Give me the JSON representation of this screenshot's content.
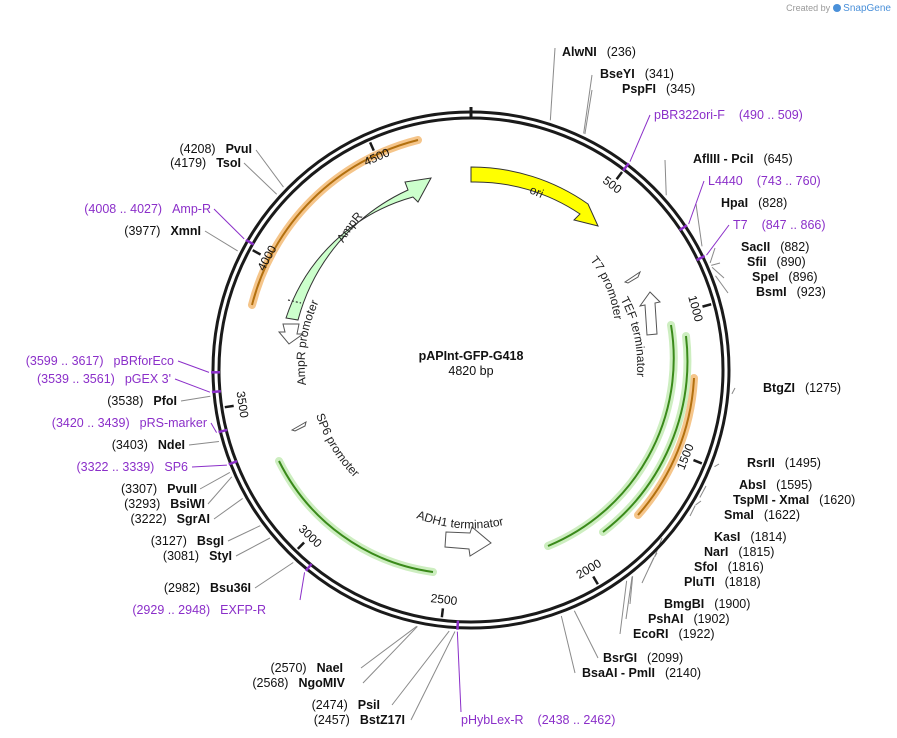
{
  "credit": {
    "prefix": "Created by",
    "brand": "SnapGene"
  },
  "plasmid": {
    "name": "pAPInt-GFP-G418",
    "length_label": "4820 bp",
    "length": 4820
  },
  "ticks": [
    {
      "bp": 500,
      "label": "500"
    },
    {
      "bp": 1000,
      "label": "1000"
    },
    {
      "bp": 1500,
      "label": "1500"
    },
    {
      "bp": 2000,
      "label": "2000"
    },
    {
      "bp": 2500,
      "label": "2500"
    },
    {
      "bp": 3000,
      "label": "3000"
    },
    {
      "bp": 3500,
      "label": "3500"
    },
    {
      "bp": 4000,
      "label": "4000"
    },
    {
      "bp": 4500,
      "label": "4500"
    }
  ],
  "sites": [
    {
      "name": "AlwNI",
      "pos": "(236)",
      "bp": 236
    },
    {
      "name": "BseYI",
      "pos": "(341)",
      "bp": 341
    },
    {
      "name": "PspFI",
      "pos": "(345)",
      "bp": 345
    },
    {
      "name": "AflIII - PciI",
      "pos": "(645)",
      "bp": 645
    },
    {
      "name": "HpaI",
      "pos": "(828)",
      "bp": 828
    },
    {
      "name": "SacII",
      "pos": "(882)",
      "bp": 882
    },
    {
      "name": "SfiI",
      "pos": "(890)",
      "bp": 890
    },
    {
      "name": "SpeI",
      "pos": "(896)",
      "bp": 896
    },
    {
      "name": "BsmI",
      "pos": "(923)",
      "bp": 923
    },
    {
      "name": "BtgZI",
      "pos": "(1275)",
      "bp": 1275
    },
    {
      "name": "RsrII",
      "pos": "(1495)",
      "bp": 1495
    },
    {
      "name": "AbsI",
      "pos": "(1595)",
      "bp": 1595
    },
    {
      "name": "TspMI - XmaI",
      "pos": "(1620)",
      "bp": 1620
    },
    {
      "name": "SmaI",
      "pos": "(1622)",
      "bp": 1622
    },
    {
      "name": "KasI",
      "pos": "(1814)",
      "bp": 1814
    },
    {
      "name": "NarI",
      "pos": "(1815)",
      "bp": 1815
    },
    {
      "name": "SfoI",
      "pos": "(1816)",
      "bp": 1816
    },
    {
      "name": "PluTI",
      "pos": "(1818)",
      "bp": 1818
    },
    {
      "name": "BmgBI",
      "pos": "(1900)",
      "bp": 1900
    },
    {
      "name": "PshAI",
      "pos": "(1902)",
      "bp": 1902
    },
    {
      "name": "EcoRI",
      "pos": "(1922)",
      "bp": 1922
    },
    {
      "name": "BsrGI",
      "pos": "(2099)",
      "bp": 2099
    },
    {
      "name": "BsaAI - PmlI",
      "pos": "(2140)",
      "bp": 2140
    },
    {
      "name": "NaeI",
      "pos": "(2570)",
      "bp": 2570
    },
    {
      "name": "NgoMIV",
      "pos": "(2568)",
      "bp": 2568
    },
    {
      "name": "PsiI",
      "pos": "(2474)",
      "bp": 2474
    },
    {
      "name": "BstZ17I",
      "pos": "(2457)",
      "bp": 2457
    },
    {
      "name": "Bsu36I",
      "pos": "(2982)",
      "bp": 2982
    },
    {
      "name": "StyI",
      "pos": "(3081)",
      "bp": 3081
    },
    {
      "name": "BsgI",
      "pos": "(3127)",
      "bp": 3127
    },
    {
      "name": "SgrAI",
      "pos": "(3222)",
      "bp": 3222
    },
    {
      "name": "BsiWI",
      "pos": "(3293)",
      "bp": 3293
    },
    {
      "name": "PvuII",
      "pos": "(3307)",
      "bp": 3307
    },
    {
      "name": "NdeI",
      "pos": "(3403)",
      "bp": 3403
    },
    {
      "name": "PfoI",
      "pos": "(3538)",
      "bp": 3538
    },
    {
      "name": "XmnI",
      "pos": "(3977)",
      "bp": 3977
    },
    {
      "name": "TsoI",
      "pos": "(4179)",
      "bp": 4179
    },
    {
      "name": "PvuI",
      "pos": "(4208)",
      "bp": 4208
    }
  ],
  "primers": [
    {
      "name": "pBR322ori-F",
      "range": "(490 .. 509)",
      "bp": 500
    },
    {
      "name": "L4440",
      "range": "(743 .. 760)",
      "bp": 752
    },
    {
      "name": "T7",
      "range": "(847 .. 866)",
      "bp": 857
    },
    {
      "name": "pHybLex-R",
      "range": "(2438 .. 2462)",
      "bp": 2450
    },
    {
      "name": "EXFP-R",
      "range": "(2929 .. 2948)",
      "bp": 2938
    },
    {
      "name": "SP6",
      "range": "(3322 .. 3339)",
      "bp": 3330
    },
    {
      "name": "pRS-marker",
      "range": "(3420 .. 3439)",
      "bp": 3430
    },
    {
      "name": "pGEX 3'",
      "range": "(3539 .. 3561)",
      "bp": 3550
    },
    {
      "name": "pBRforEco",
      "range": "(3599 .. 3617)",
      "bp": 3608
    },
    {
      "name": "Amp-R",
      "range": "(4008 .. 4027)",
      "bp": 4017
    }
  ],
  "features": [
    {
      "name": "ori",
      "color": "#ffff00"
    },
    {
      "name": "AmpR",
      "color": "#ccffcc"
    },
    {
      "name": "AmpR promoter",
      "color": "#ffffff"
    },
    {
      "name": "T7 promoter",
      "color": "#ffffff"
    },
    {
      "name": "TEF terminator",
      "color": "#ffffff"
    },
    {
      "name": "SP6 promoter",
      "color": "#ffffff"
    },
    {
      "name": "ADH1 terminator",
      "color": "#ffffff"
    }
  ],
  "colors": {
    "backbone": "#1a1a1a",
    "primer": "#8b2fc9",
    "orange_highlight": "#f5c58a",
    "orange_line": "#b3700f",
    "green_highlight": "#cdeec0",
    "green_line": "#3a8a1a"
  }
}
